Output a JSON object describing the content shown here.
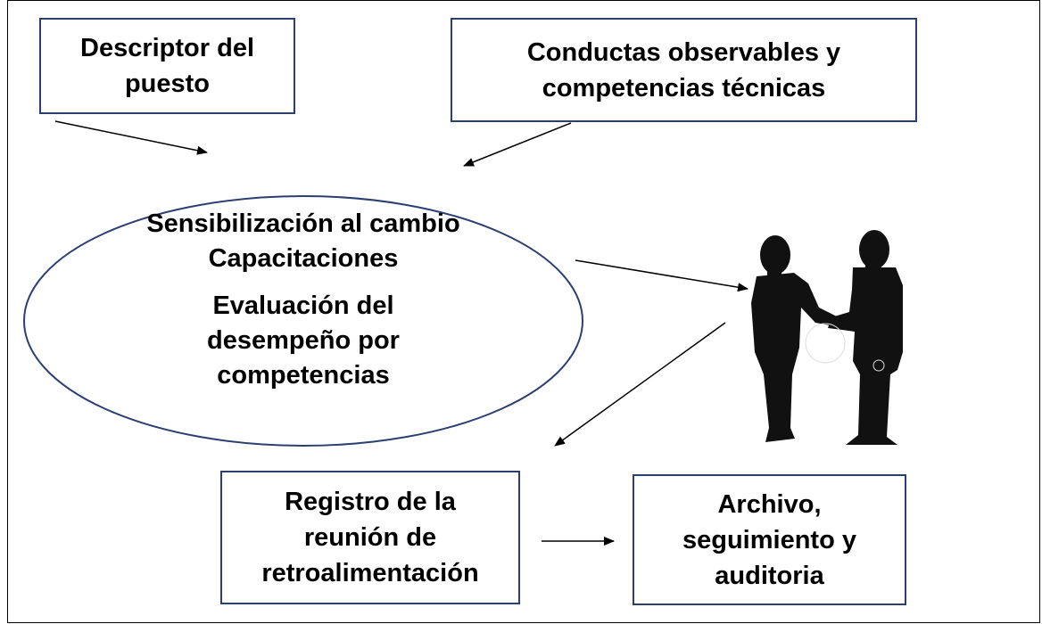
{
  "diagram": {
    "nodes": {
      "descriptor": {
        "line1": "Descriptor del",
        "line2": "puesto"
      },
      "conductas": {
        "line1": "Conductas observables y",
        "line2": "competencias técnicas"
      },
      "center": {
        "line1": "Sensibilización al cambio",
        "line2": "Capacitaciones",
        "line3": "Evaluación del",
        "line4": "desempeño por",
        "line5": "competencias"
      },
      "registro": {
        "line1": "Registro de la",
        "line2": "reunión de",
        "line3": "retroalimentación"
      },
      "archivo": {
        "line1": "Archivo,",
        "line2": "seguimiento y",
        "line3": "auditoria"
      }
    },
    "illustration": "handshake-silhouette",
    "colors": {
      "border": "#2b3f73",
      "arrow": "#000000",
      "text": "#000000"
    }
  }
}
